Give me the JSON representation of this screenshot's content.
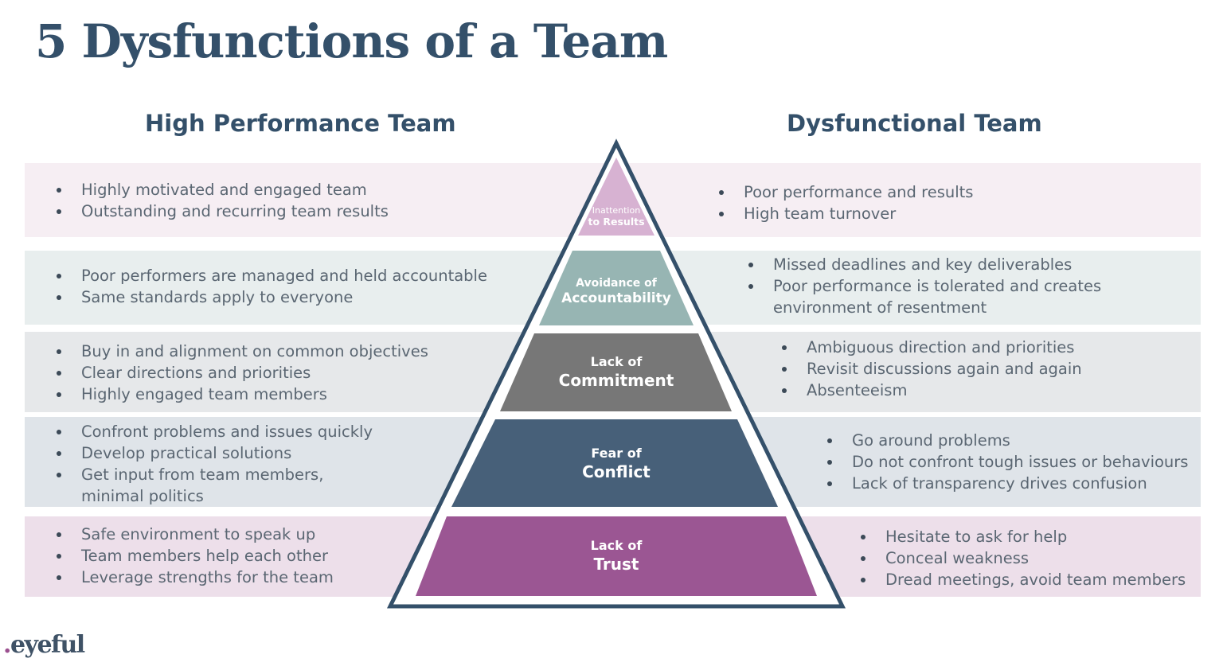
{
  "title": "5 Dysfunctions of a Team",
  "headings": {
    "left": "High Performance Team",
    "right": "Dysfunctional Team"
  },
  "colors": {
    "navy": "#34506a",
    "tier1": "#d7b2d2",
    "tier2": "#97b5b3",
    "tier3": "#777777",
    "tier4": "#476079",
    "tier5": "#9b5693"
  },
  "tiers": [
    {
      "line1": "Inattention",
      "line2": "to Results",
      "high": [
        "Highly motivated and engaged team",
        "Outstanding and recurring team results"
      ],
      "dysfunctional": [
        "Poor performance and results",
        "High team turnover"
      ]
    },
    {
      "line1": "Avoidance of",
      "line2": "Accountability",
      "high": [
        "Poor performers are managed and held accountable",
        "Same standards apply to everyone"
      ],
      "dysfunctional": [
        "Missed deadlines and key deliverables",
        "Poor performance is tolerated and creates",
        "environment of resentment"
      ]
    },
    {
      "line1": "Lack of",
      "line2": "Commitment",
      "high": [
        "Buy in and alignment on common objectives",
        "Clear directions and priorities",
        "Highly engaged team members"
      ],
      "dysfunctional": [
        "Ambiguous direction and priorities",
        "Revisit discussions again and again",
        "Absenteeism"
      ]
    },
    {
      "line1": "Fear of",
      "line2": "Conflict",
      "high": [
        "Confront problems and issues quickly",
        "Develop practical solutions",
        "Get input from team members,",
        "minimal politics"
      ],
      "dysfunctional": [
        "Go around problems",
        "Do not confront tough issues or behaviours",
        "Lack of transparency drives confusion"
      ]
    },
    {
      "line1": "Lack of",
      "line2": "Trust",
      "high": [
        "Safe environment to speak up",
        "Team members help each other",
        "Leverage strengths for the team"
      ],
      "dysfunctional": [
        "Hesitate to ask for help",
        "Conceal weakness",
        "Dread meetings, avoid team members"
      ]
    }
  ],
  "logo": {
    "dot": ".",
    "word": "eyeful"
  }
}
